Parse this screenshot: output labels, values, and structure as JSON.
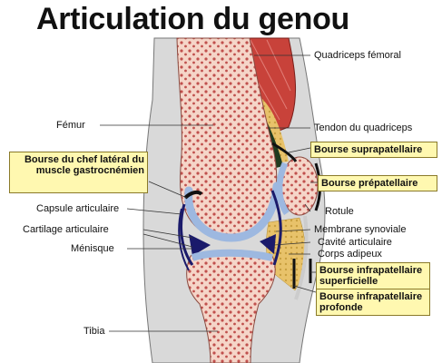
{
  "title": "Articulation du genou",
  "labels": {
    "quadriceps_femoral": "Quadriceps fémoral",
    "femur": "Fémur",
    "tendon_quadriceps": "Tendon du quadriceps",
    "bourse_suprapatellaire": "Bourse suprapatellaire",
    "bourse_chef_lateral": "Bourse du chef latéral du muscle gastrocnémien",
    "bourse_prepatellaire": "Bourse prépatellaire",
    "capsule_articulaire": "Capsule articulaire",
    "rotule": "Rotule",
    "cartilage_articulaire": "Cartilage articulaire",
    "membrane_synoviale": "Membrane synoviale",
    "cavite_articulaire": "Cavité articulaire",
    "menisque": "Ménisque",
    "corps_adipeux": "Corps adipeux",
    "bourse_infra_superficielle": "Bourse infrapatellaire superficielle",
    "bourse_infra_profonde": "Bourse infrapatellaire profonde",
    "tibia": "Tibia"
  },
  "colors": {
    "skin": "#d9d9d9",
    "bone": "#f5d5c8",
    "bone_spots": "#c0504d",
    "cartilage": "#9db8e0",
    "capsule": "#1a1a6b",
    "muscle": "#c8423a",
    "fat": "#e8c26a",
    "highlight": "#fff8b0"
  }
}
